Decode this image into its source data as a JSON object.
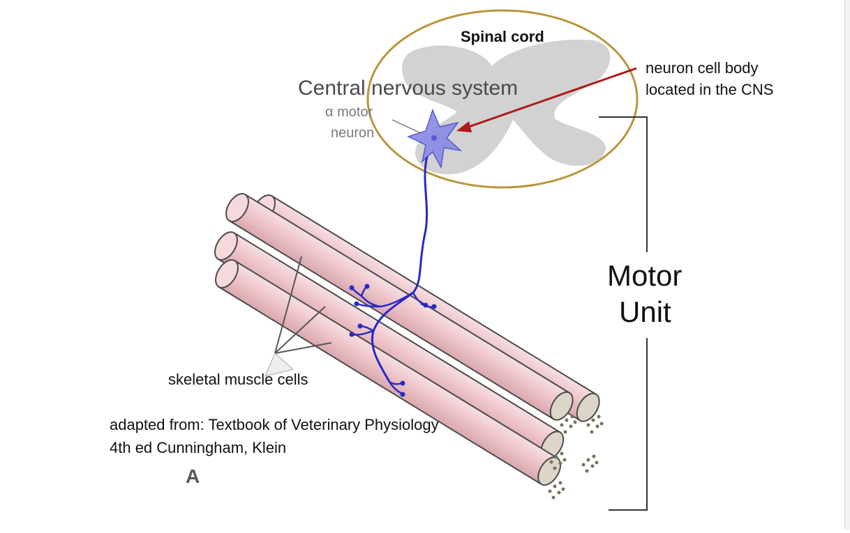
{
  "labels": {
    "spinal_cord": "Spinal cord",
    "cns": "Central nervous system",
    "alpha_line1": "α motor",
    "alpha_line2": "neuron",
    "cell_body_line1": "neuron cell body",
    "cell_body_line2": "located in the CNS",
    "motor_unit_line1": "Motor",
    "motor_unit_line2": "Unit",
    "muscle": "skeletal muscle cells",
    "source_line1": "adapted from: Textbook of Veterinary Physiology",
    "source_line2": "4th ed Cunningham, Klein",
    "panel": "A"
  },
  "colors": {
    "ellipse_outline": "#b8953a",
    "grey_matter": "#d2d2d2",
    "neuron": "#3a3ad0",
    "neuron_body": "#8a8ae6",
    "arrow": "#b01818",
    "muscle_fill": "#f0c8cc",
    "muscle_end": "#ddd5c8"
  }
}
